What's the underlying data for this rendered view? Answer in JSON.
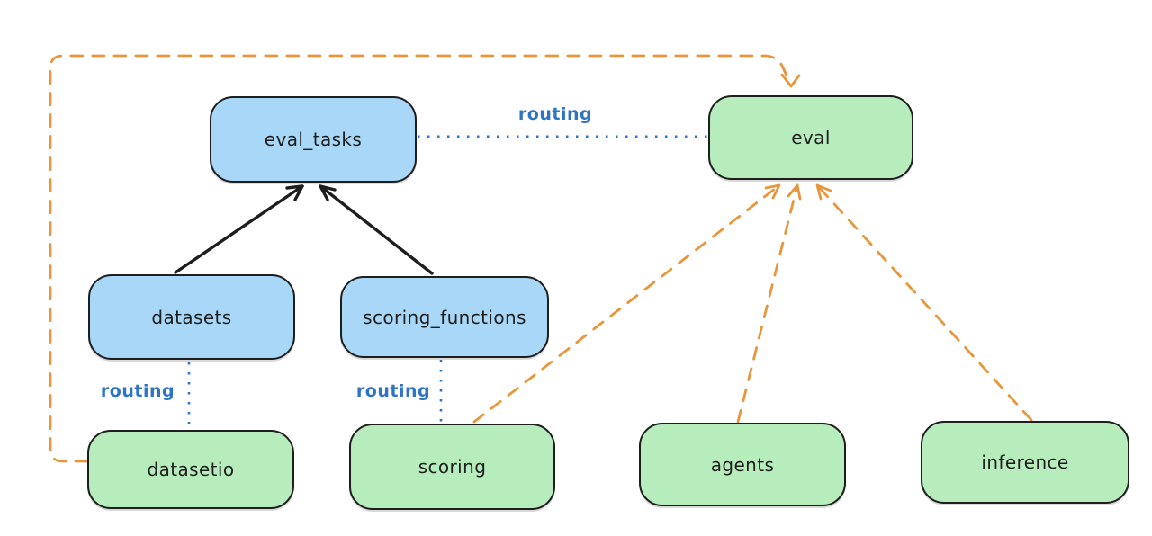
{
  "diagram": {
    "nodes": [
      {
        "id": "eval_tasks",
        "label": "eval_tasks",
        "color": "blue"
      },
      {
        "id": "eval",
        "label": "eval",
        "color": "green"
      },
      {
        "id": "datasets",
        "label": "datasets",
        "color": "blue"
      },
      {
        "id": "scoring_functions",
        "label": "scoring_functions",
        "color": "blue"
      },
      {
        "id": "datasetio",
        "label": "datasetio",
        "color": "green"
      },
      {
        "id": "scoring",
        "label": "scoring",
        "color": "green"
      },
      {
        "id": "agents",
        "label": "agents",
        "color": "green"
      },
      {
        "id": "inference",
        "label": "inference",
        "color": "green"
      }
    ],
    "labels": {
      "routing_eval_tasks_eval": "routing",
      "routing_datasets_datasetio": "routing",
      "routing_scoring_functions_scoring": "routing"
    },
    "edges": [
      {
        "from": "datasets",
        "to": "eval_tasks",
        "style": "solid-arrow",
        "color": "#1e1e1e"
      },
      {
        "from": "scoring_functions",
        "to": "eval_tasks",
        "style": "solid-arrow",
        "color": "#1e1e1e"
      },
      {
        "from": "eval_tasks",
        "to": "eval",
        "style": "dotted-line",
        "label": "routing",
        "color": "#2e73c4"
      },
      {
        "from": "datasets",
        "to": "datasetio",
        "style": "dotted-line",
        "label": "routing",
        "color": "#2e73c4"
      },
      {
        "from": "scoring_functions",
        "to": "scoring",
        "style": "dotted-line",
        "label": "routing",
        "color": "#2e73c4"
      },
      {
        "from": "datasetio",
        "to": "eval",
        "style": "dashed-arrow",
        "color": "#e8963c"
      },
      {
        "from": "scoring",
        "to": "eval",
        "style": "dashed-arrow",
        "color": "#e8963c"
      },
      {
        "from": "agents",
        "to": "eval",
        "style": "dashed-arrow",
        "color": "#e8963c"
      },
      {
        "from": "inference",
        "to": "eval",
        "style": "dashed-arrow",
        "color": "#e8963c"
      }
    ],
    "colors": {
      "blue_node_fill": "#a8d7f7",
      "green_node_fill": "#b7edbd",
      "node_stroke": "#1e1e1e",
      "routing_line": "#2e73c4",
      "dashed_arrow": "#e8963c"
    }
  }
}
